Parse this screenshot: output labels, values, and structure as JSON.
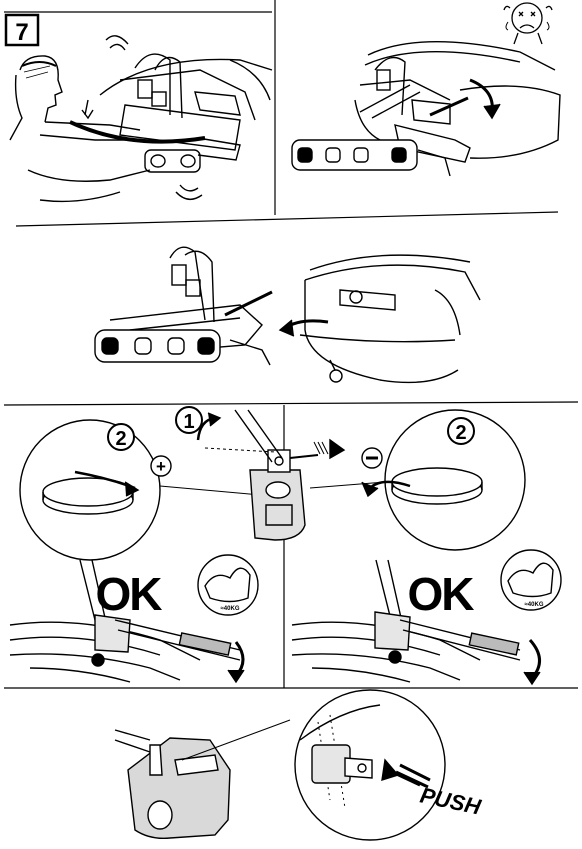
{
  "step": "7",
  "panels": {
    "remove_carrier": {},
    "crying_face": {},
    "lower_carrier": {},
    "unlock": {
      "turn_numbers": [
        "1",
        "2",
        "2"
      ],
      "plus": "+",
      "minus": "−"
    },
    "ok_left": {
      "ok": "OK",
      "force": "≈40KG"
    },
    "ok_right": {
      "ok": "OK",
      "force": "≈40KG"
    },
    "push": {
      "label": "PUSH"
    }
  },
  "colors": {
    "ink": "#000000",
    "paper": "#ffffff",
    "shade": "#d9d9d9",
    "grey": "#9a9a9a"
  }
}
